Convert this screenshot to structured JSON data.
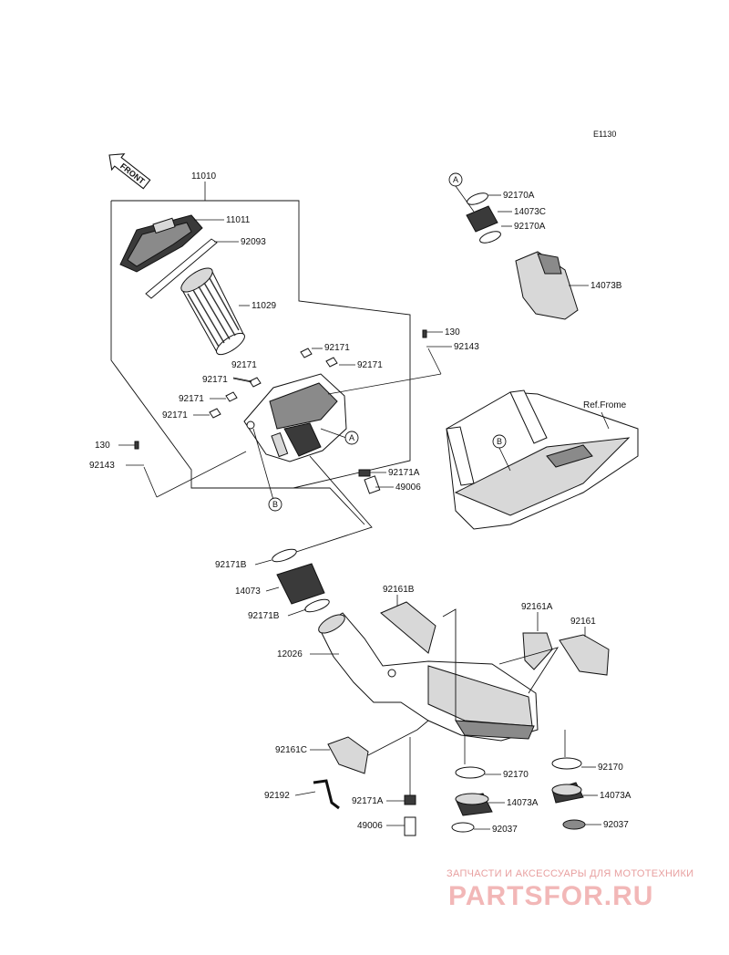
{
  "diagram_code": "E1130",
  "front_label": "FRONT",
  "ref_frame_label": "Ref.Frome",
  "refs": {
    "a": "A",
    "b": "B"
  },
  "parts": {
    "p11010": "11010",
    "p11011": "11011",
    "p92093": "92093",
    "p11029": "11029",
    "p130_right": "130",
    "p92143_right": "92143",
    "p92171_1": "92171",
    "p92171_2": "92171",
    "p92171_3": "92171",
    "p92171_4": "92171",
    "p92171_5": "92171",
    "p130_left": "130",
    "p92143_left": "92143",
    "p92171A_top": "92171A",
    "p49006_top": "49006",
    "p92170A_top": "92170A",
    "p14073C": "14073C",
    "p92170A_bot": "92170A",
    "p14073B": "14073B",
    "p92171B_top": "92171B",
    "p14073": "14073",
    "p92171B_bot": "92171B",
    "p12026": "12026",
    "p92161B": "92161B",
    "p92161A": "92161A",
    "p92161": "92161",
    "p92161C": "92161C",
    "p92170_mid": "92170",
    "p92170_right": "92170",
    "p92192": "92192",
    "p92171A_bot": "92171A",
    "p14073A_mid": "14073A",
    "p14073A_right": "14073A",
    "p49006_bot": "49006",
    "p92037_mid": "92037",
    "p92037_right": "92037"
  },
  "watermark": {
    "caption": "ЗАПЧАСТИ И АКСЕССУАРЫ ДЛЯ МОТОТЕХНИКИ",
    "logo": "PARTSFOR.RU"
  }
}
